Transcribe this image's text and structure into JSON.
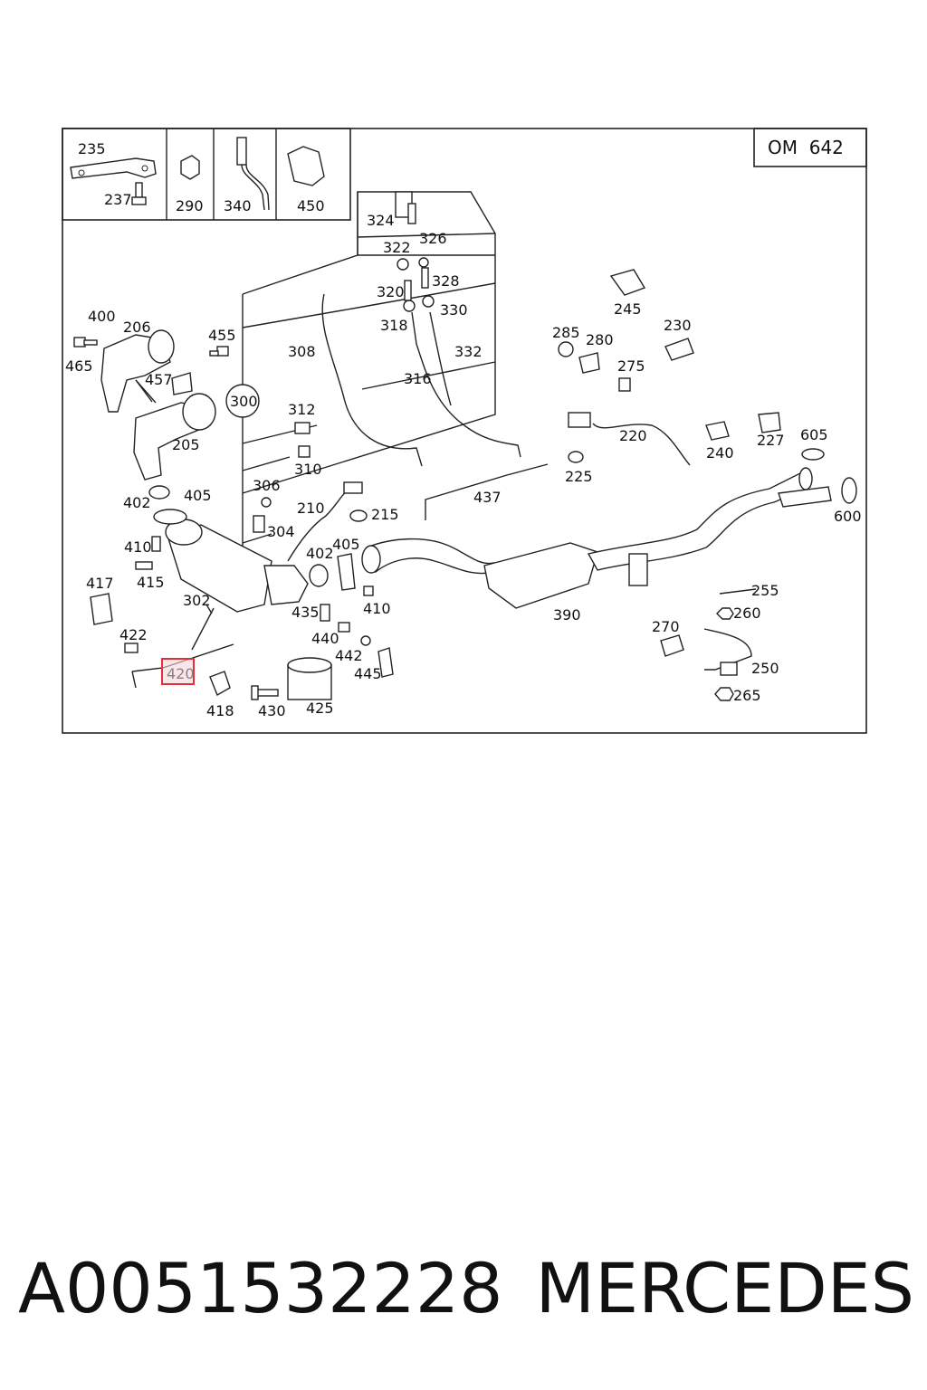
{
  "diagram": {
    "engine_code": "OM  642",
    "highlight_color": "#e0313b",
    "highlighted_part": "420",
    "inset_labels": [
      "235",
      "237",
      "290",
      "340",
      "450"
    ],
    "part_labels": {
      "p324": "324",
      "p322": "322",
      "p326": "326",
      "p328": "328",
      "p320": "320",
      "p318": "318",
      "p330": "330",
      "p308": "308",
      "p316": "316",
      "p332": "332",
      "p400": "400",
      "p206": "206",
      "p455": "455",
      "p465": "465",
      "p457": "457",
      "p300": "300",
      "p205": "205",
      "p312": "312",
      "p310": "310",
      "p306": "306",
      "p210": "210",
      "p215": "215",
      "p304": "304",
      "p437": "437",
      "p402a": "402",
      "p405a": "405",
      "p410a": "410",
      "p415": "415",
      "p417": "417",
      "p302": "302",
      "p402b": "402",
      "p405b": "405",
      "p410b": "410",
      "p435": "435",
      "p440": "440",
      "p442": "442",
      "p445": "445",
      "p422": "422",
      "p420": "420",
      "p418": "418",
      "p430": "430",
      "p425": "425",
      "p390": "390",
      "p285": "285",
      "p280": "280",
      "p275": "275",
      "p245": "245",
      "p230": "230",
      "p220": "220",
      "p225": "225",
      "p240": "240",
      "p227": "227",
      "p605": "605",
      "p600": "600",
      "p255": "255",
      "p260": "260",
      "p270": "270",
      "p250": "250",
      "p265": "265"
    }
  },
  "footer": {
    "part_number": "A0051532228",
    "brand": "MERCEDES"
  }
}
